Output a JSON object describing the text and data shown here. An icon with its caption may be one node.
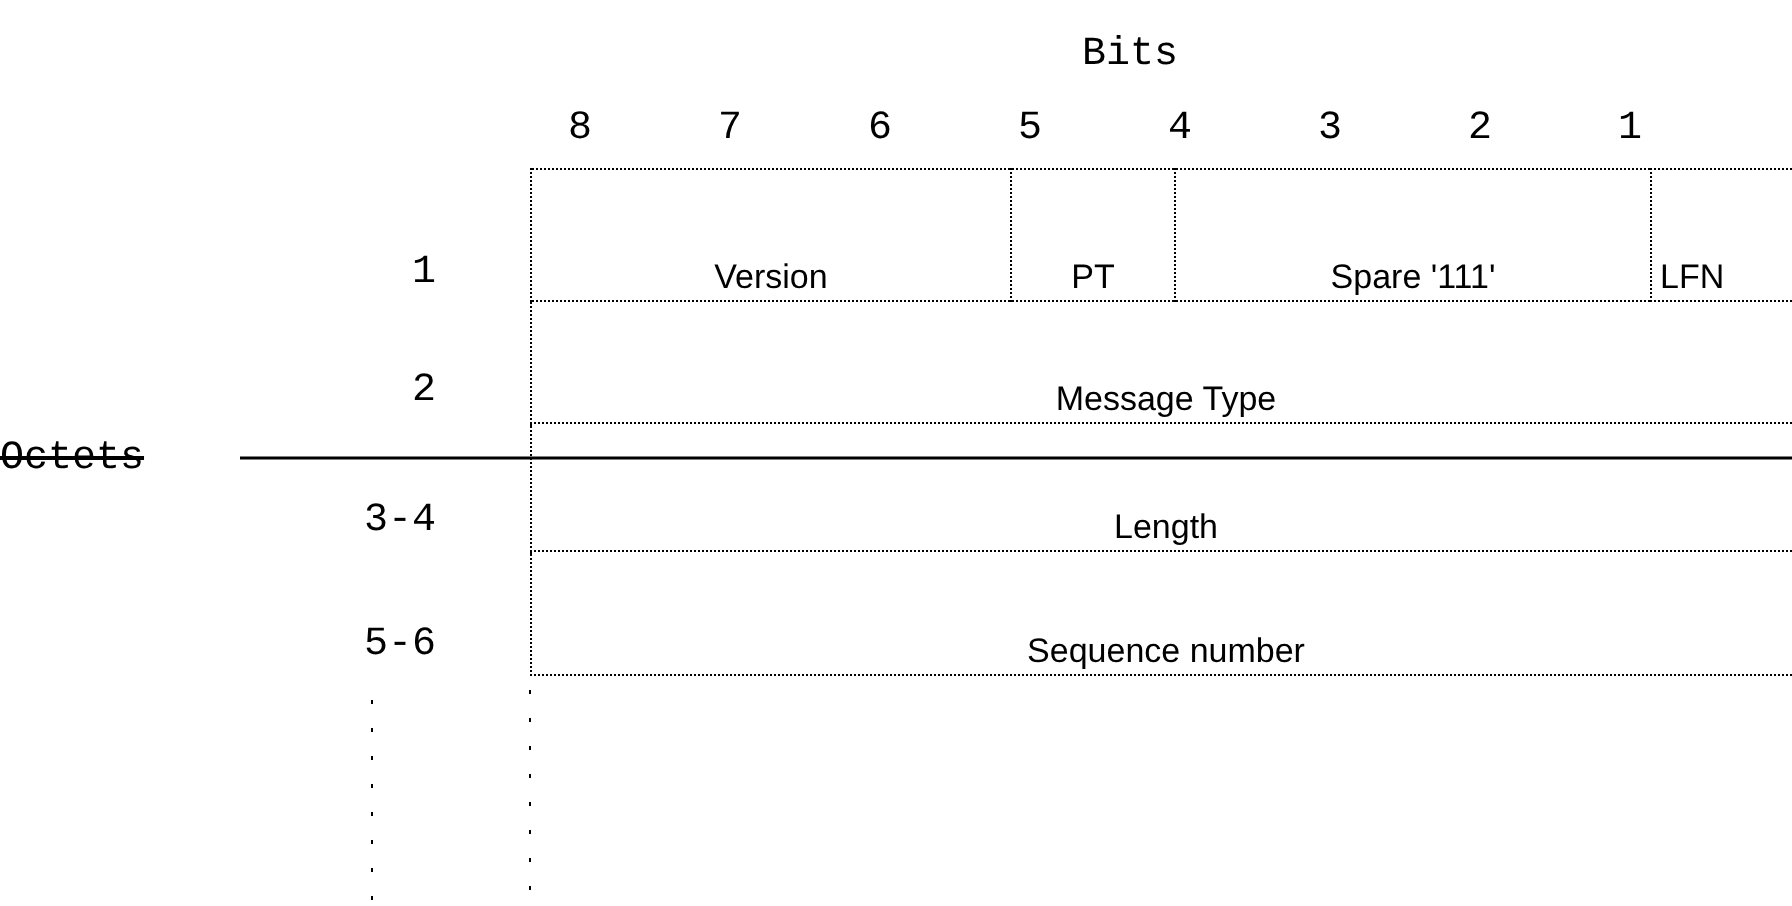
{
  "diagram": {
    "nodes": [
      {
        "text": [
          "Version"
        ]
      },
      {
        "text": [
          "PT"
        ]
      },
      {
        "text": [
          "Spare '111'"
        ]
      },
      {
        "text": [
          "LFN"
        ]
      },
      {
        "text": [
          "Message Type"
        ]
      },
      {
        "text": [
          "Length"
        ]
      },
      {
        "text": [
          "Sequence number"
        ]
      }
    ],
    "labels": [
      "Bits",
      "8",
      "7",
      "6",
      "5",
      "4",
      "3",
      "2",
      "1",
      "1",
      "2",
      "Octets",
      "3-4",
      "5-6"
    ]
  }
}
